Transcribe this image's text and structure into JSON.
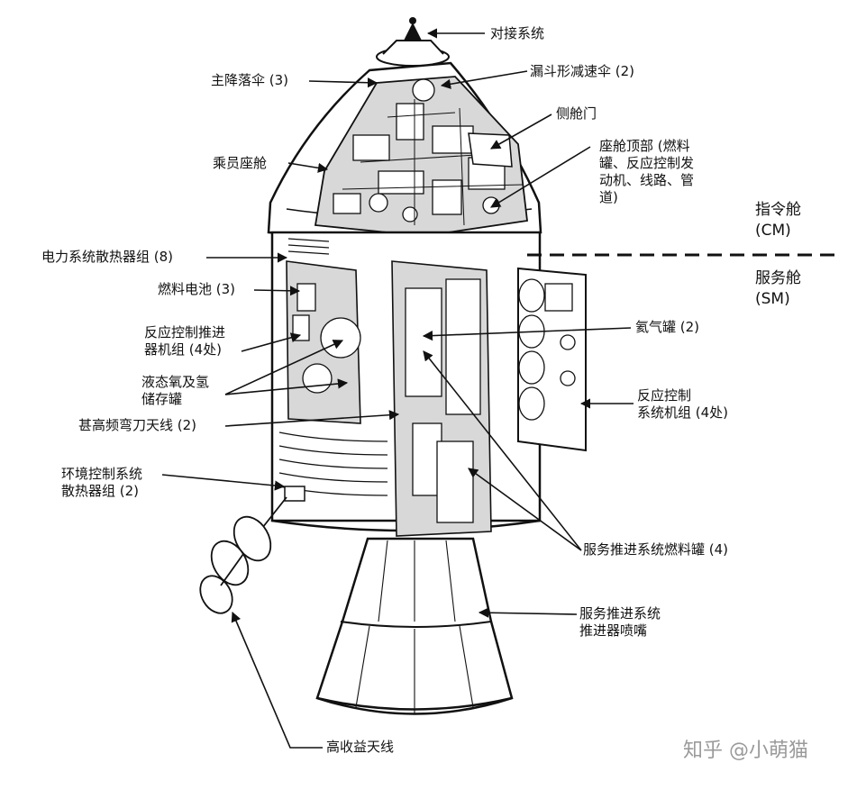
{
  "labels": {
    "docking": "对接系统",
    "main_chute": "主降落伞 (3)",
    "drogue_chute": "漏斗形减速伞 (2)",
    "side_hatch": "侧舱门",
    "crew_cabin": "乘员座舱",
    "forward_section": "座舱顶部 (燃料\n罐、反应控制发\n动机、线路、管\n道)",
    "cm_name": "指令舱",
    "cm_abbr": "(CM)",
    "sm_name": "服务舱",
    "sm_abbr": "(SM)",
    "eps_radiators": "电力系统散热器组 (8)",
    "fuel_cells": "燃料电池 (3)",
    "rcs_quads_left": "反应控制推进\n器机组 (4处)",
    "helium_tanks": "氦气罐 (2)",
    "cryo_tanks": "液态氧及氢\n储存罐",
    "rcs_quads_right": "反应控制\n系统机组 (4处)",
    "vhf_antenna": "甚高频弯刀天线 (2)",
    "ecs_radiators": "环境控制系统\n散热器组 (2)",
    "sps_tanks": "服务推进系统燃料罐 (4)",
    "sps_nozzle": "服务推进系统\n推进器喷嘴",
    "hga": "高收益天线",
    "watermark": "知乎 @小萌猫"
  },
  "colors": {
    "ink": "#111111",
    "paper": "#ffffff",
    "shade": "#d8d8d8",
    "watermark": "#9a9a9a"
  }
}
